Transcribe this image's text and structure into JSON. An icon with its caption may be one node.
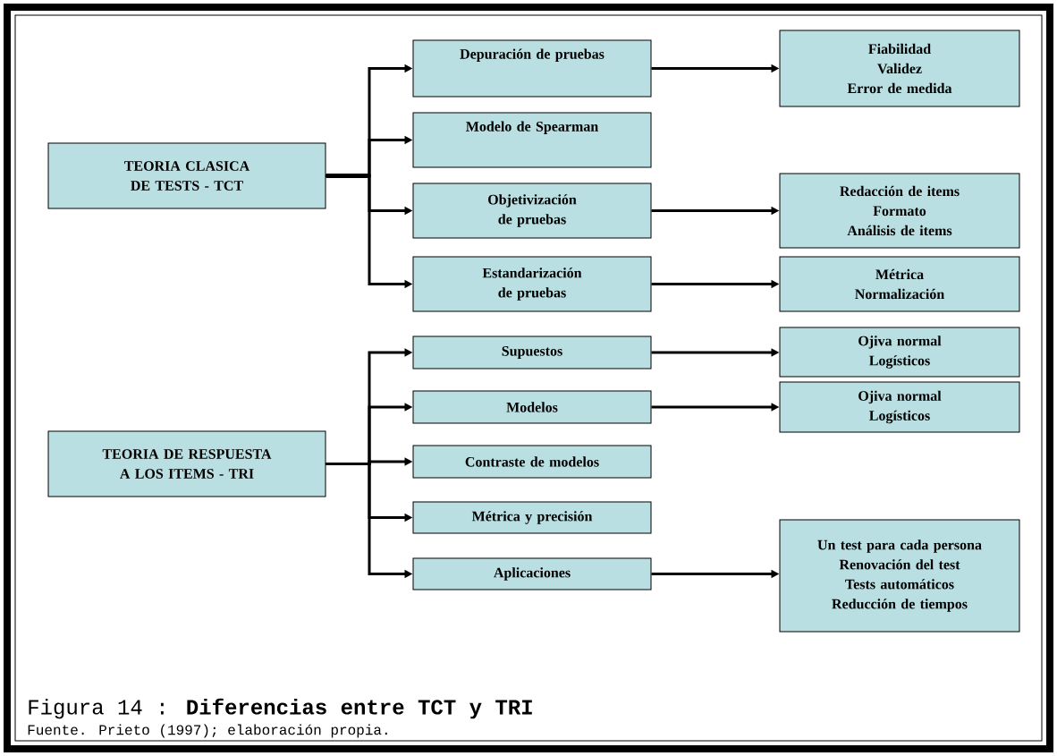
{
  "diagram": {
    "caption": "Figura 14 : **Diferencias entre TCT y TRI**",
    "nodes": [
      {
        "text": [
          "TEORIA CLASICA DE TESTS - TCT"
        ]
      },
      {
        "text": [
          "Depuración de pruebas"
        ]
      },
      {
        "text": [
          "Modelo de Spearman"
        ]
      },
      {
        "text": [
          "Objetivización de pruebas"
        ]
      },
      {
        "text": [
          "Estandarización de pruebas"
        ]
      },
      {
        "text": [
          "Fiabilidad",
          "Validez",
          "Error de medida"
        ]
      },
      {
        "text": [
          "Redacción de items",
          "Formato",
          "Análisis de items"
        ]
      },
      {
        "text": [
          "Métrica",
          "Normalización"
        ]
      },
      {
        "text": [
          "TEORIA DE RESPUESTA A LOS ITEMS - TRI"
        ]
      },
      {
        "text": [
          "Supuestos"
        ]
      },
      {
        "text": [
          "Modelos"
        ]
      },
      {
        "text": [
          "Contraste de modelos"
        ]
      },
      {
        "text": [
          "Métrica y precisión"
        ]
      },
      {
        "text": [
          "Aplicaciones"
        ]
      },
      {
        "text": [
          "Ojiva normal",
          "Logísticos"
        ]
      },
      {
        "text": [
          "Ojiva normal",
          "Logísticos"
        ]
      },
      {
        "text": [
          "Un test para cada persona",
          "Renovación del test",
          "Tests automáticos",
          "Reducción de tiempos"
        ]
      }
    ],
    "edges": [
      {
        "from": 0,
        "to": 1,
        "arrow": "to"
      },
      {
        "from": 0,
        "to": 2,
        "arrow": "to"
      },
      {
        "from": 0,
        "to": 3,
        "arrow": "to"
      },
      {
        "from": 0,
        "to": 4,
        "arrow": "to"
      },
      {
        "from": 1,
        "to": 5,
        "arrow": "to"
      },
      {
        "from": 3,
        "to": 6,
        "arrow": "to"
      },
      {
        "from": 4,
        "to": 7,
        "arrow": "to"
      },
      {
        "from": 8,
        "to": 9,
        "arrow": "to"
      },
      {
        "from": 8,
        "to": 10,
        "arrow": "to"
      },
      {
        "from": 8,
        "to": 11,
        "arrow": "to"
      },
      {
        "from": 8,
        "to": 12,
        "arrow": "to"
      },
      {
        "from": 8,
        "to": 13,
        "arrow": "to"
      },
      {
        "from": 9,
        "to": 14,
        "arrow": "to"
      },
      {
        "from": 10,
        "to": 15,
        "arrow": "to"
      },
      {
        "from": 13,
        "to": 16,
        "arrow": "to"
      }
    ],
    "labels": [
      "Fuente. Prieto (1997); elaboración propia."
    ]
  }
}
